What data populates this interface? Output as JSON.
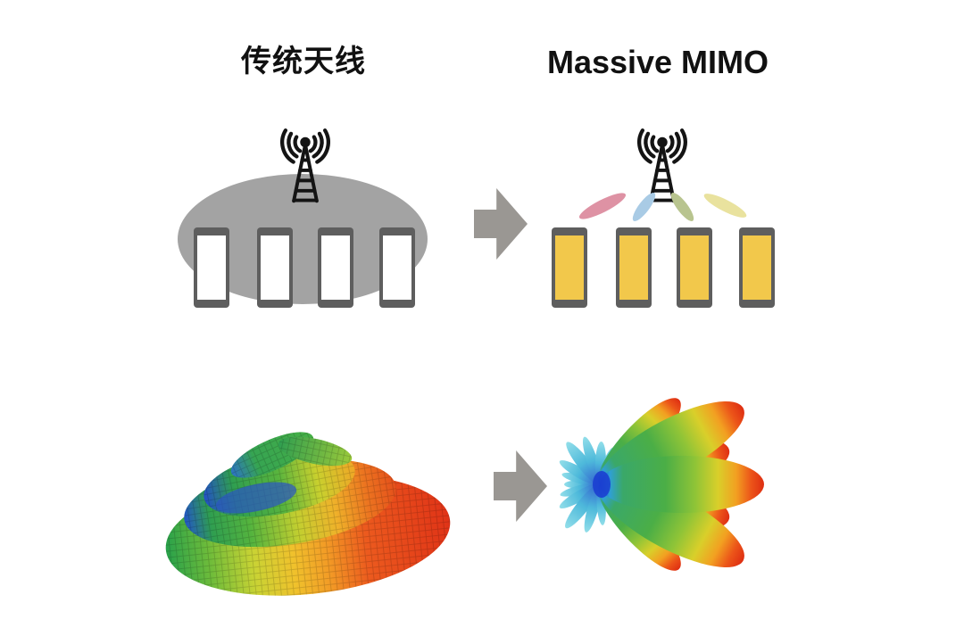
{
  "header": {
    "left_title": "传统天线",
    "right_title": "Massive MIMO"
  },
  "left_panel": {
    "tower_icon": "cell-tower-with-signal-waves",
    "coverage_shape": "single-wide-cell-ellipse",
    "phone_count": 4,
    "phone_screen_color": "#ffffff"
  },
  "right_panel": {
    "tower_icon": "cell-tower-with-signal-waves",
    "beam_count": 4,
    "beams": [
      "#de92a4",
      "#a9cbe5",
      "#b8c48f",
      "#e9e29e"
    ],
    "phone_count": 4,
    "phone_screen_color": "#f2c84b"
  },
  "colors": {
    "coverage_ellipse": "#a3a3a3",
    "arrow": "#9a9793",
    "phone_body": "#5e5e5e",
    "tower_icon": "#141414",
    "title_text": "#111111"
  },
  "patterns": {
    "left": "omnidirectional-3d-radiation-pattern",
    "right": "beamformed-3d-radiation-pattern"
  }
}
